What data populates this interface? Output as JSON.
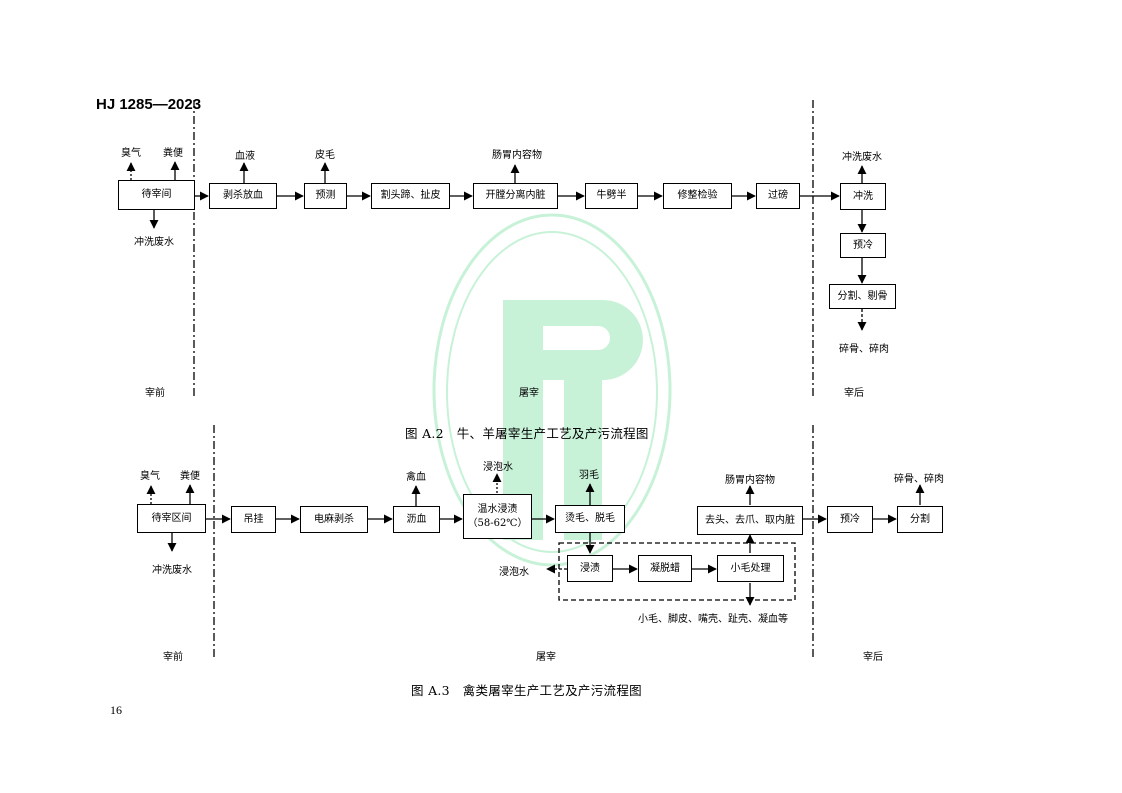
{
  "header": {
    "standard_no": "HJ 1285—2023"
  },
  "page_number": "16",
  "colors": {
    "watermark": "#c8f2d8",
    "line": "#000000"
  },
  "figure_a2": {
    "caption": "图 A.2　牛、羊屠宰生产工艺及产污流程图",
    "stages": {
      "pre": "宰前",
      "main": "屠宰",
      "post": "宰后"
    },
    "boxes": {
      "lairage": "待宰间",
      "stun_bleed": "剥杀放血",
      "prestrip": "预测",
      "cut_hoof": "割头蹄、扯皮",
      "evisc": "开膛分离内脏",
      "split": "牛劈半",
      "trim": "修整检验",
      "weigh": "过磅",
      "rinse": "冲洗",
      "chill": "预冷",
      "cut": "分割、剔骨"
    },
    "emissions": {
      "odor": "臭气",
      "manure": "粪便",
      "wash_water": "冲洗废水",
      "blood": "血液",
      "hide": "皮毛",
      "gut": "肠胃内容物",
      "rinse_water": "冲洗废水",
      "bone": "碎骨、碎肉"
    }
  },
  "figure_a3": {
    "caption": "图 A.3　禽类屠宰生产工艺及产污流程图",
    "stages": {
      "pre": "宰前",
      "main": "屠宰",
      "post": "宰后"
    },
    "boxes": {
      "lairage": "待宰区间",
      "hang": "吊挂",
      "stun": "电麻剥杀",
      "drain": "沥血",
      "scald_1": "温水浸渍",
      "scald_2": "（58-62℃）",
      "defeather": "烫毛、脱毛",
      "soak": "浸渍",
      "wax": "凝脱蜡",
      "pinfeather": "小毛处理",
      "evisc": "去头、去爪、取内脏",
      "chill": "预冷",
      "cut": "分割"
    },
    "emissions": {
      "odor": "臭气",
      "manure": "粪便",
      "wash_water": "冲洗废水",
      "blood": "禽血",
      "soak_water": "浸泡水",
      "feather": "羽毛",
      "soak_water_2": "浸泡水",
      "gut": "肠胃内容物",
      "bone": "碎骨、碎肉",
      "residue": "小毛、脚皮、嘴壳、趾壳、凝血等"
    }
  }
}
